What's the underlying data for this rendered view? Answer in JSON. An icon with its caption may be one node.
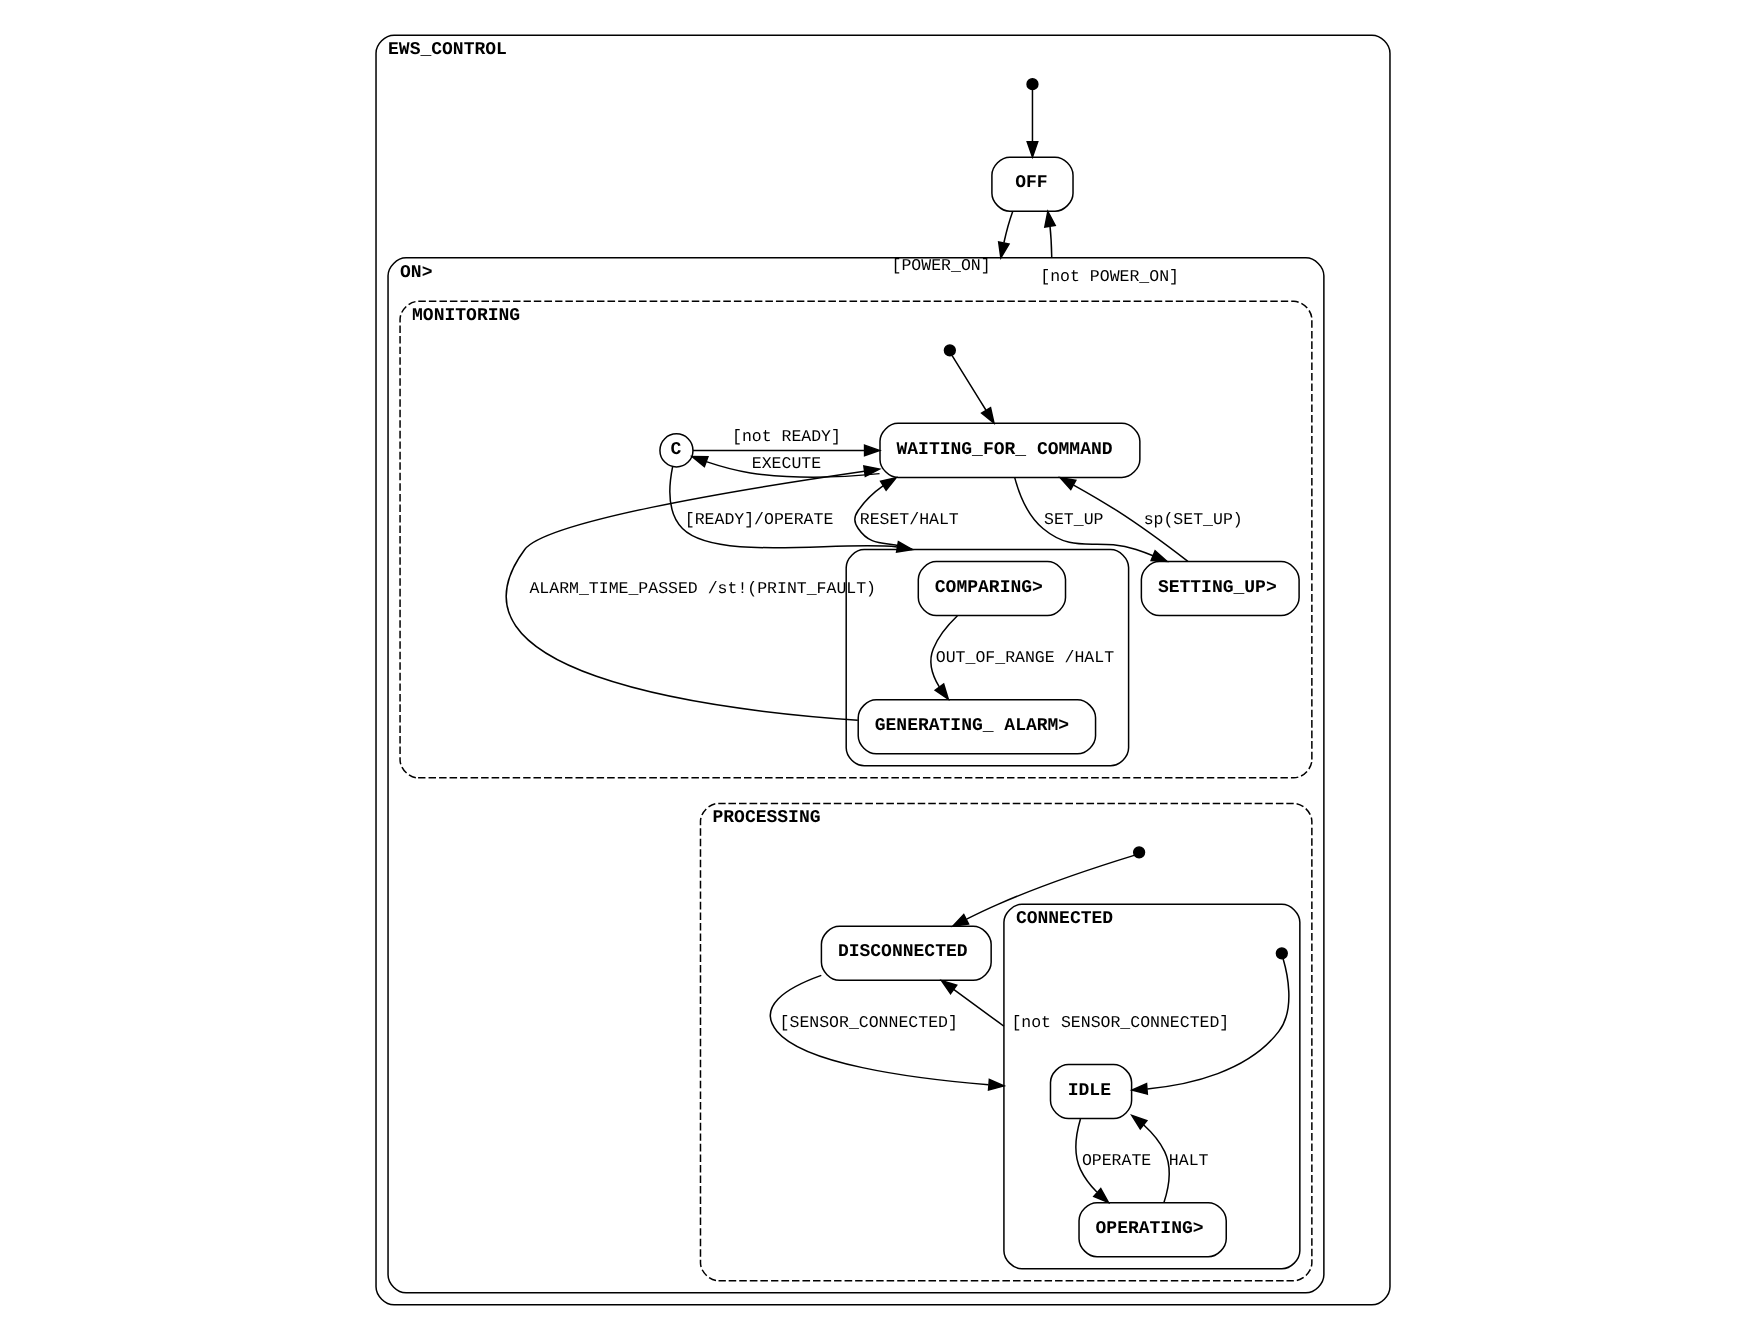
{
  "diagram": {
    "nodes": [
      {
        "text": [
          "EWS_CONTROL"
        ]
      },
      {
        "text": [],
        "shape": "circle",
        "in": 0
      },
      {
        "text": [
          "OFF"
        ],
        "in": 0
      },
      {
        "text": [
          "ON>"
        ],
        "in": 0
      },
      {
        "text": [
          "MONITORING"
        ],
        "in": 3
      },
      {
        "text": [],
        "shape": "circle",
        "in": 4
      },
      {
        "text": [
          "WAITING_FOR_ COMMAND"
        ],
        "in": 4
      },
      {
        "text": [
          "C"
        ],
        "in": 4
      },
      {
        "text": [],
        "shape": "box",
        "in": 4
      },
      {
        "text": [
          "COMPARING>"
        ],
        "in": 8
      },
      {
        "text": [
          "GENERATING_ ALARM>"
        ],
        "in": 8
      },
      {
        "text": [
          "SETTING_UP>"
        ],
        "in": 4
      },
      {
        "text": [
          "PROCESSING"
        ],
        "in": 3
      },
      {
        "text": [],
        "shape": "circle",
        "in": 12
      },
      {
        "text": [
          "DISCONNECTED"
        ],
        "in": 12
      },
      {
        "text": [
          "CONNECTED"
        ],
        "in": 12
      },
      {
        "text": [],
        "shape": "circle",
        "in": 15
      },
      {
        "text": [
          "IDLE"
        ],
        "in": 15
      },
      {
        "text": [
          "OPERATING>"
        ],
        "in": 15
      }
    ],
    "edges": [
      {
        "from": 1,
        "to": 2,
        "arrow": "to"
      },
      {
        "from": 2,
        "to": 3,
        "label": "[POWER_ON]",
        "arrow": "to"
      },
      {
        "from": 3,
        "to": 2,
        "label": "[not POWER_ON]",
        "arrow": "to"
      },
      {
        "from": 5,
        "to": 6,
        "arrow": "to"
      },
      {
        "from": 6,
        "to": 7,
        "label": "EXECUTE",
        "arrow": "to"
      },
      {
        "from": 7,
        "to": 6,
        "label": "[not READY]",
        "arrow": "to"
      },
      {
        "from": 7,
        "to": 8,
        "label": "[READY]/OPERATE",
        "arrow": "to"
      },
      {
        "from": 8,
        "to": 6,
        "label": "RESET/HALT",
        "arrow": "to"
      },
      {
        "from": 9,
        "to": 10,
        "label": "OUT_OF_RANGE /HALT",
        "arrow": "to"
      },
      {
        "from": 10,
        "to": 6,
        "label": "ALARM_TIME_PASSED /st!(PRINT_FAULT)",
        "arrow": "to"
      },
      {
        "from": 6,
        "to": 11,
        "label": "SET_UP",
        "arrow": "to"
      },
      {
        "from": 11,
        "to": 6,
        "label": "sp(SET_UP)",
        "arrow": "to"
      },
      {
        "from": 13,
        "to": 14,
        "arrow": "to"
      },
      {
        "from": 14,
        "to": 15,
        "label": "[SENSOR_CONNECTED]",
        "arrow": "to"
      },
      {
        "from": 15,
        "to": 14,
        "label": "[not SENSOR_CONNECTED]",
        "arrow": "to"
      },
      {
        "from": 16,
        "to": 17,
        "arrow": "to"
      },
      {
        "from": 17,
        "to": 18,
        "label": "OPERATE",
        "arrow": "to"
      },
      {
        "from": 18,
        "to": 17,
        "label": "HALT",
        "arrow": "to"
      }
    ]
  }
}
